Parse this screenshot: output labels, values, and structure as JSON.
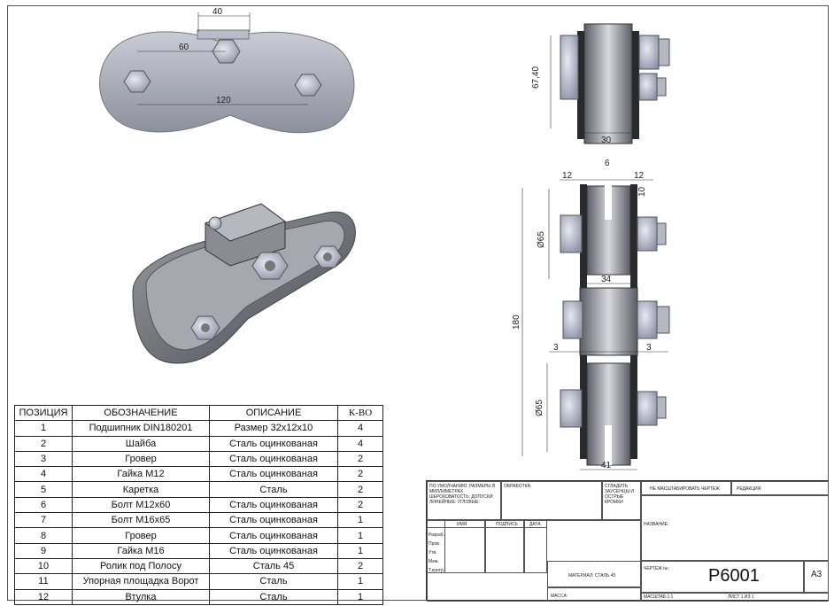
{
  "dimensions": {
    "top_40": "40",
    "top_60": "60",
    "top_120": "120",
    "side_67_40": "67,40",
    "side_30": "30",
    "front_12_left": "12",
    "front_6": "6",
    "front_12_right": "12",
    "front_10": "10",
    "front_d65_top": "Ø65",
    "front_34": "34",
    "front_180": "180",
    "front_3_left": "3",
    "front_3_right": "3",
    "front_d65_bottom": "Ø65",
    "front_41": "41"
  },
  "bom": {
    "headers": [
      "ПОЗИЦИЯ",
      "ОБОЗНАЧЕНИЕ",
      "ОПИСАНИЕ",
      "К-ВО"
    ],
    "rows": [
      [
        "1",
        "Подшипник DIN180201",
        "Размер 32x12x10",
        "4"
      ],
      [
        "2",
        "Шайба",
        "Сталь оцинкованая",
        "4"
      ],
      [
        "3",
        "Гровер",
        "Сталь оцинкованая",
        "2"
      ],
      [
        "4",
        "Гайка М12",
        "Сталь оцинкованая",
        "2"
      ],
      [
        "5",
        "Каретка",
        "Сталь",
        "2"
      ],
      [
        "6",
        "Болт М12х60",
        "Сталь оцинкованая",
        "2"
      ],
      [
        "7",
        "Болт М16х65",
        "Сталь оцинкованая",
        "1"
      ],
      [
        "8",
        "Гровер",
        "Сталь оцинкованая",
        "1"
      ],
      [
        "9",
        "Гайка М16",
        "Сталь оцинкованая",
        "1"
      ],
      [
        "10",
        "Ролик под Полосу",
        "Сталь 45",
        "2"
      ],
      [
        "11",
        "Упорная площадка Ворот",
        "Сталь",
        "1"
      ],
      [
        "12",
        "Втулка",
        "Сталь",
        "1"
      ]
    ]
  },
  "title_block": {
    "default_units": "ПО УМОЛЧАНИЮ: РАЗМЕРЫ В МИЛЛИМЕТРАХ ШЕРОХОВАТОСТЬ: ДОПУСКИ: ЛИНЕЙНЫЕ: УГЛОВЫЕ:",
    "finish": "ОБРАБОТКА:",
    "deburr": "СГЛАДИТЬ ЗАУСЕНЦЫ И ОСТРЫЕ КРОМКИ",
    "no_scale": "НЕ МАСШТАБИРОВАТЬ ЧЕРТЕЖ",
    "revision": "РЕДАКЦИЯ",
    "col_name": "ИМЯ",
    "col_signature": "ПОДПИСЬ",
    "col_date": "ДАТА",
    "rows": [
      "Разраб.",
      "Пров.",
      "Утв.",
      "Меж.",
      "Т.контр."
    ],
    "title_label": "НАЗВАНИЕ:",
    "material": "МАТЕРИАЛ: СТАЛЬ 45",
    "drawing_no_label": "ЧЕРТЕЖ №:",
    "drawing_no": "Р6001",
    "format": "А3",
    "mass": "МАССА:",
    "scale": "МАСШТАБ:1:1",
    "sheet": "ЛИСТ 1 ИЗ 1"
  }
}
